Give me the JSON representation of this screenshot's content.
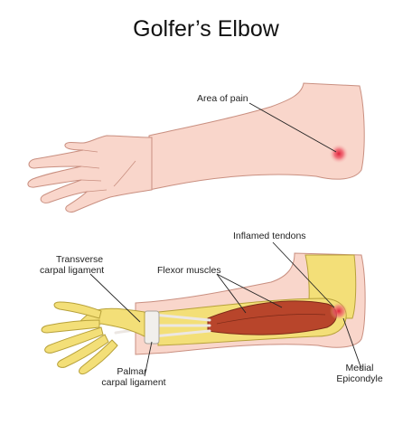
{
  "title": "Golfer’s Elbow",
  "labels": {
    "area_of_pain": "Area of pain",
    "inflamed_tendons": "Inflamed tendons",
    "transverse_line1": "Transverse",
    "transverse_line2": "carpal ligament",
    "flexor_muscles": "Flexor muscles",
    "palmar_line1": "Palmar",
    "palmar_line2": "carpal ligament",
    "medial_line1": "Medial",
    "medial_line2": "Epicondyle"
  },
  "colors": {
    "skin": "#f9d6cb",
    "skin_outline": "#c98f80",
    "bone": "#f3df78",
    "bone_outline": "#b7a13a",
    "muscle": "#b8452b",
    "tendon": "#e9e4e0",
    "pain": "#e0203a"
  }
}
